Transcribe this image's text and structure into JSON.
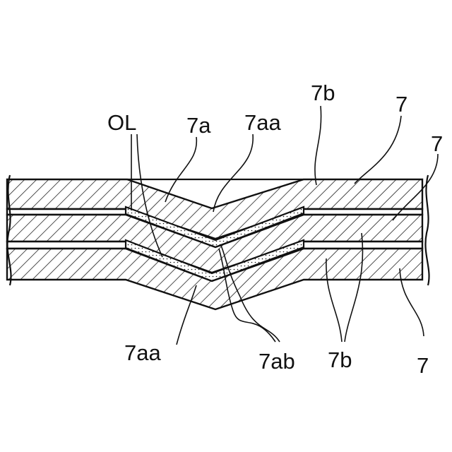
{
  "figure": {
    "labels": {
      "ol": "OL",
      "seven_a": "7a",
      "seven_aa_top": "7aa",
      "seven_b_top": "7b",
      "seven_upper": "7",
      "seven_mid": "7",
      "seven_aa_bottom": "7aa",
      "seven_ab": "7ab",
      "seven_b_bottom": "7b",
      "seven_lower": "7"
    },
    "colors": {
      "ink": "#111111",
      "paper": "#ffffff"
    }
  }
}
